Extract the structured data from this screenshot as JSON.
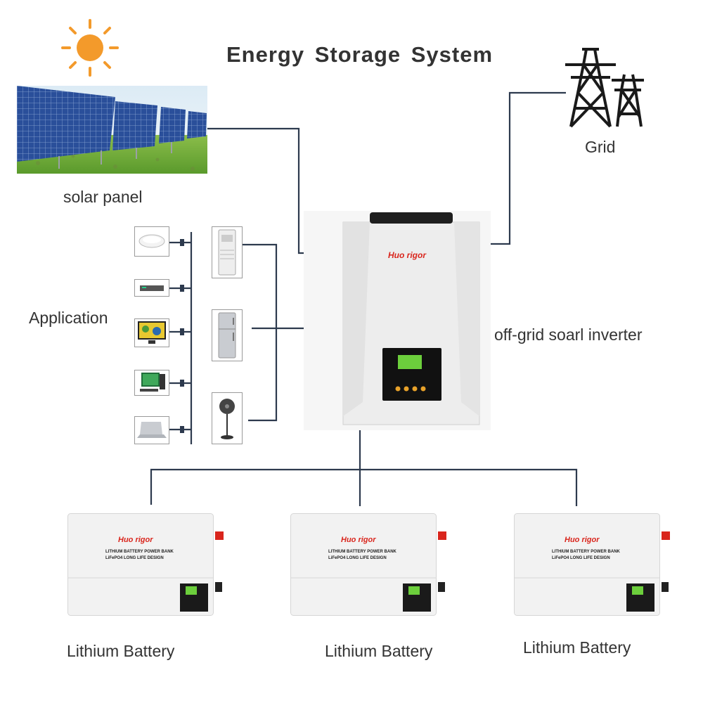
{
  "title": "Energy Storage System",
  "labels": {
    "solar_panel": "solar panel",
    "grid": "Grid",
    "application": "Application",
    "inverter": "off-grid  soarl  inverter",
    "battery_1": "Lithium Battery",
    "battery_2": "Lithium Battery",
    "battery_3": "Lithium Battery"
  },
  "brand": {
    "name": "Huo rigor",
    "battery_line1": "LITHIUM BATTERY POWER BANK",
    "battery_line2": "LiFePO4 LONG LIFE DESIGN"
  },
  "colors": {
    "wire": "#2d3a4e",
    "text": "#333333",
    "sun": "#f39a2b",
    "brand_red": "#d9251c",
    "device_white": "#eeeeee"
  },
  "icons": {
    "sun": "sun-icon",
    "grid": "transmission-tower-icon",
    "appliances": [
      "ceiling-lamp-icon",
      "set-top-box-icon",
      "tv-icon",
      "desktop-computer-icon",
      "laptop-icon",
      "air-conditioner-icon",
      "refrigerator-icon",
      "standing-fan-icon"
    ]
  }
}
